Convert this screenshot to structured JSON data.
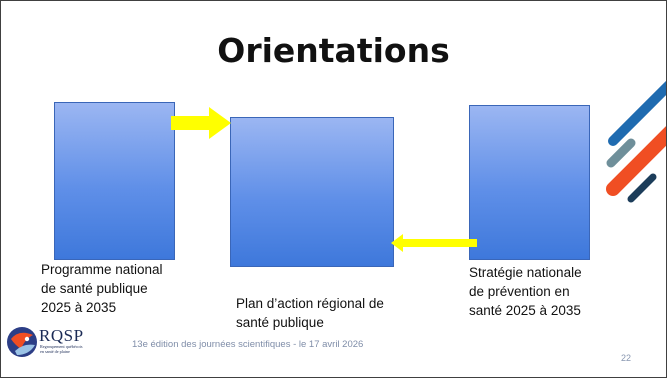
{
  "slide": {
    "title": "Orientations",
    "boxes": [
      {
        "id": "left",
        "label": "Programme national\nde santé publique\n2025 à 2035"
      },
      {
        "id": "center",
        "label": "Plan d’action régional de\nsanté publique"
      },
      {
        "id": "right",
        "label": "Stratégie nationale\nde prévention en\nsanté 2025 à 2035"
      }
    ],
    "arrows": {
      "color": "#ffff00"
    }
  },
  "footer": {
    "logo_name": "RQSP",
    "logo_subtitle": "Regroupement québécois\nen santé de plaine",
    "event_text": "13e édition des journées scientifiques - le 17 avril 2026",
    "page_number": "22"
  },
  "decor": {
    "stripe_colors": [
      "#1f6bb0",
      "#f04e23",
      "#6f8f9a",
      "#1c3d5a"
    ]
  },
  "colors": {
    "box_top": "#9bb6f2",
    "box_bottom": "#3e78db"
  }
}
